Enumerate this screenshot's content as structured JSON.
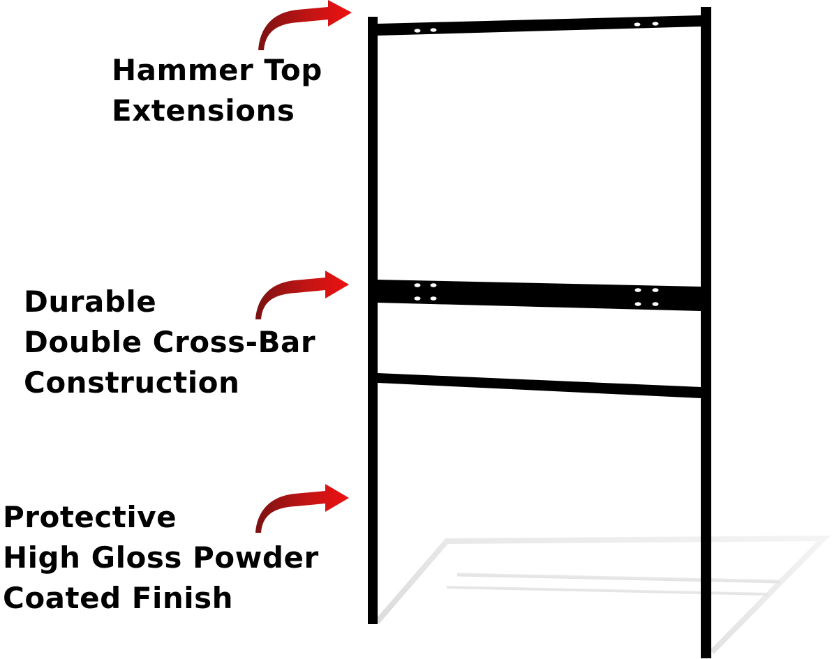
{
  "callouts": [
    {
      "lines": [
        "Hammer Top",
        "Extensions"
      ]
    },
    {
      "lines": [
        "Durable",
        "Double Cross-Bar",
        "Construction"
      ]
    },
    {
      "lines": [
        "Protective",
        "High Gloss Powder",
        "Coated Finish"
      ]
    }
  ],
  "colors": {
    "frame": "#000000",
    "arrow_dark": "#7a1212",
    "arrow_bright": "#e01010",
    "reflection": "#e6e6e6",
    "text": "#000000"
  },
  "icons": [
    "curved-arrow-icon"
  ]
}
